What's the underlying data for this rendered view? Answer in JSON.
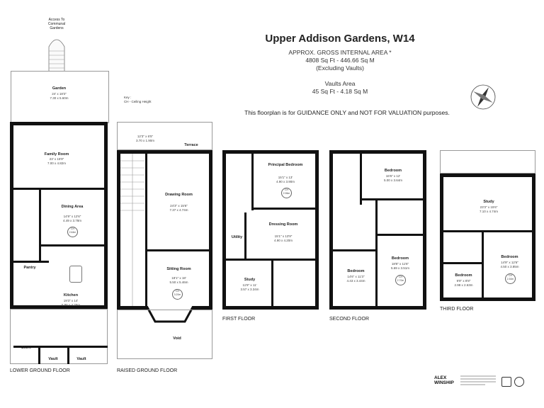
{
  "header": {
    "title": "Upper Addison Gardens, W14",
    "area_line1": "APPROX. GROSS INTERNAL  AREA *",
    "area_line2": "4808 Sq Ft  - 446.66 Sq M",
    "area_line3": "(Excluding Vaults)",
    "vaults_line1": "Vaults Area",
    "vaults_line2": "45 Sq Ft  - 4.18 Sq M",
    "disclaimer": "This floorplan is for GUIDANCE ONLY and NOT FOR VALUATION purposes."
  },
  "key": {
    "line1": "Key :",
    "line2": "CH - Ceiling Height"
  },
  "access": {
    "line1": "Access To",
    "line2": "Communal",
    "line3": "Gardens"
  },
  "floors": {
    "lower_ground": "LOWER GROUND FLOOR",
    "raised_ground": "RAISED GROUND FLOOR",
    "first": "FIRST FLOOR",
    "second": "SECOND FLOOR",
    "third": "THIRD FLOOR"
  },
  "rooms": {
    "garden": {
      "name": "Garden",
      "imp": "24' x 18'3\"",
      "met": "7.30 x 5.60m"
    },
    "family": {
      "name": "Family Room",
      "imp": "23' x 15'9\"",
      "met": "7.00 x 4.82m"
    },
    "dining": {
      "name": "Dining Area",
      "imp": "14'9\" x 12'6\"",
      "met": "4.49 x 3.78m"
    },
    "pantry": {
      "name": "Pantry"
    },
    "kitchen": {
      "name": "Kitchen",
      "imp": "19'3\" x 14'",
      "met": "5.86 x 4.25m"
    },
    "store": {
      "name": "Store"
    },
    "vault1": {
      "name": "Vault"
    },
    "vault2": {
      "name": "Vault"
    },
    "terrace_dim": {
      "imp": "12'3\" x 6'5\"",
      "met": "3.70 x 1.90m"
    },
    "terrace": {
      "name": "Terrace"
    },
    "drawing": {
      "name": "Drawing Room",
      "imp": "24'3\" x 15'6\"",
      "met": "7.37 x 4.74m"
    },
    "sitting": {
      "name": "Sitting Room",
      "imp": "18'1\" x 18'",
      "met": "5.50 x 5.46m"
    },
    "void": {
      "name": "Void"
    },
    "principal": {
      "name": "Principal Bedroom",
      "imp": "15'1\" x 13'",
      "met": "4.90 x 3.90m"
    },
    "dressing": {
      "name": "Dressing Room",
      "imp": "15'1\" x 13'9\"",
      "met": "4.90 x 4.20m"
    },
    "utility": {
      "name": "Utility"
    },
    "study1": {
      "name": "Study",
      "imp": "11'9\" x 11'",
      "met": "3.57 x 3.34m"
    },
    "bed2": {
      "name": "Bedroom",
      "imp": "16'6\" x 12'",
      "met": "5.00 x 3.64m"
    },
    "bed3": {
      "name": "Bedroom",
      "imp": "14'6\" x 11'3\"",
      "met": "4.43 x 3.44m"
    },
    "bed4": {
      "name": "Bedroom",
      "imp": "18'8\" x 11'6\"",
      "met": "5.69 x 3.51m"
    },
    "study2": {
      "name": "Study",
      "imp": "23'3\" x 15'6\"",
      "met": "7.10 x 4.74m"
    },
    "bed5": {
      "name": "Bedroom",
      "imp": "9'9\" x 8'8\"",
      "met": "2.98 x 2.63m"
    },
    "bed6": {
      "name": "Bedroom",
      "imp": "14'9\" x 12'6\"",
      "met": "4.50 x 3.85m"
    }
  },
  "ceiling": {
    "dining": [
      "CH",
      "2.64m"
    ],
    "principal": [
      "CH",
      "2.96m"
    ],
    "sitting": [
      "CH",
      "3.20m"
    ],
    "bed4": [
      "CH",
      "2.70m"
    ],
    "bed6": [
      "CH",
      "2.30m"
    ]
  },
  "brand": {
    "logo_line1": "ALEX",
    "logo_line2": "WINSHIP"
  },
  "colors": {
    "wall": "#111111",
    "accent": "#222222"
  }
}
